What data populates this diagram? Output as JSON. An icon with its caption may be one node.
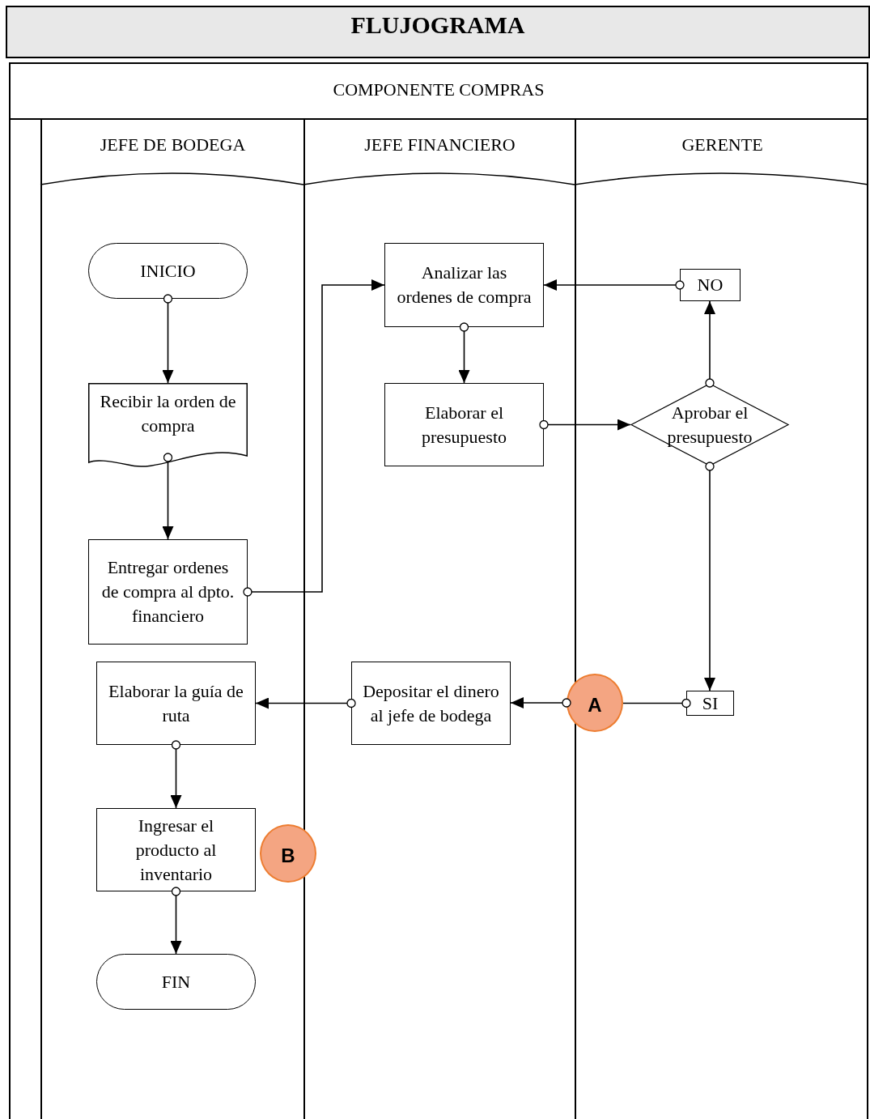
{
  "diagram": {
    "title": "FLUJOGRAMA",
    "nodes": [
      {
        "text": [
          "COMPONENTE COMPRAS"
        ]
      },
      {
        "text": [
          "JEFE DE BODEGA"
        ],
        "in": 0
      },
      {
        "text": [
          "JEFE FINANCIERO"
        ],
        "in": 0
      },
      {
        "text": [
          "GERENTE"
        ],
        "in": 0
      },
      {
        "text": [
          "INICIO"
        ],
        "in": 1
      },
      {
        "text": [
          "Recibir la orden de compra"
        ],
        "in": 1
      },
      {
        "text": [
          "Entregar ordenes de compra al dpto. financiero"
        ],
        "in": 1
      },
      {
        "text": [
          "Analizar las ordenes de compra"
        ],
        "in": 2
      },
      {
        "text": [
          "NO"
        ],
        "in": 3
      },
      {
        "text": [
          "Elaborar el presupuesto"
        ],
        "in": 2
      },
      {
        "text": [
          "Aprobar el presupuesto"
        ],
        "in": 3
      },
      {
        "text": [
          "SI"
        ],
        "in": 3
      },
      {
        "text": [
          "Depositar el dinero al jefe de bodega"
        ],
        "in": 2
      },
      {
        "text": [
          "A"
        ],
        "in": 0
      },
      {
        "text": [
          "Elaborar la guía de ruta"
        ],
        "in": 1
      },
      {
        "text": [
          "Ingresar el producto al inventario"
        ],
        "in": 1
      },
      {
        "text": [
          "B"
        ],
        "in": 0
      },
      {
        "text": [
          "FIN"
        ],
        "in": 1
      }
    ],
    "edges": [
      {
        "from": 4,
        "to": 5,
        "arrow": "to"
      },
      {
        "from": 5,
        "to": 6,
        "arrow": "to"
      },
      {
        "from": 6,
        "to": 7,
        "arrow": "to"
      },
      {
        "from": 7,
        "to": 9,
        "arrow": "to"
      },
      {
        "from": 9,
        "to": 10,
        "arrow": "to"
      },
      {
        "from": 10,
        "to": 8,
        "arrow": "to"
      },
      {
        "from": 8,
        "to": 7,
        "arrow": "to"
      },
      {
        "from": 10,
        "to": 11,
        "arrow": "to"
      },
      {
        "from": 11,
        "to": 13,
        "arrow": "other"
      },
      {
        "from": 13,
        "to": 12,
        "arrow": "to"
      },
      {
        "from": 12,
        "to": 14,
        "arrow": "to"
      },
      {
        "from": 14,
        "to": 15,
        "arrow": "to"
      },
      {
        "from": 15,
        "to": 17,
        "arrow": "to"
      }
    ]
  }
}
